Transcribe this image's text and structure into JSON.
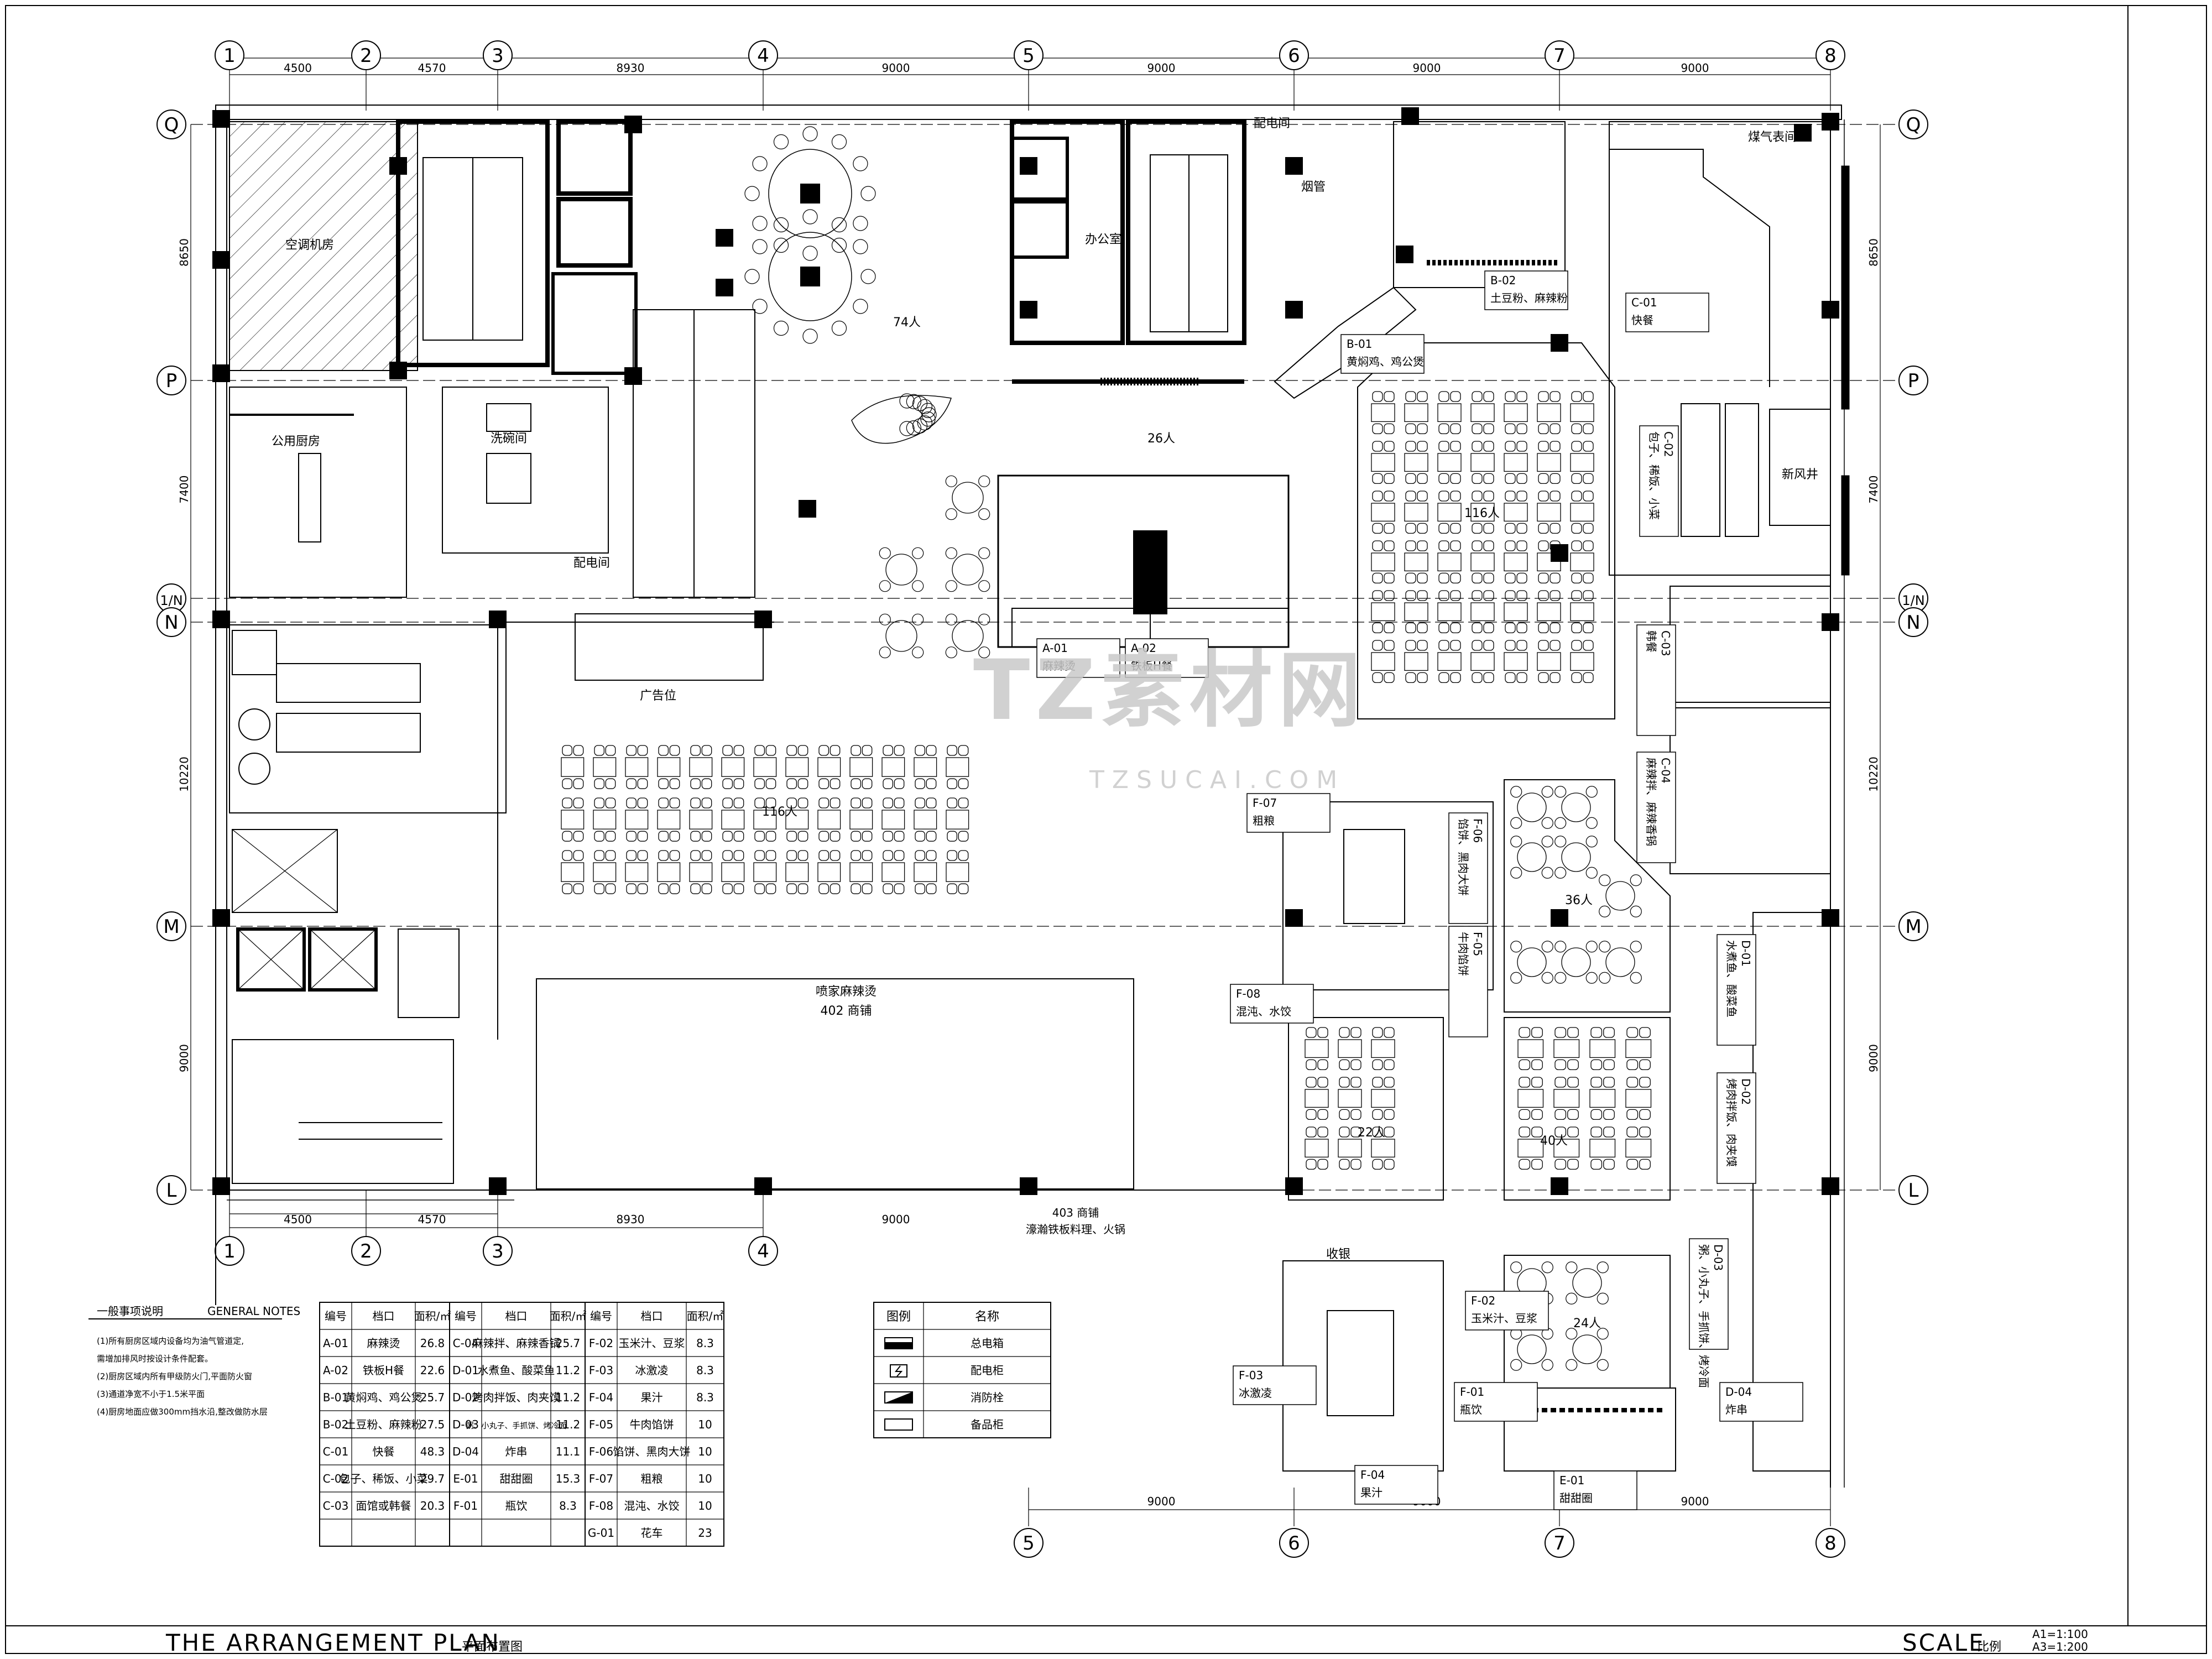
{
  "axes_x": {
    "top": [
      "1",
      "2",
      "3",
      "4",
      "5",
      "6",
      "7",
      "8"
    ],
    "bottom": [
      "1",
      "2",
      "3",
      "4"
    ],
    "bottom_right": [
      "5",
      "6",
      "7",
      "8"
    ]
  },
  "axes_y": [
    "Q",
    "P",
    "1/N",
    "N",
    "M",
    "L"
  ],
  "axis_q_label": "Q",
  "axis_p_label": "P",
  "axis_n1_label": "1/N",
  "axis_n_label": "N",
  "axis_m_label": "M",
  "axis_l_label": "L",
  "dims_top": [
    "4500",
    "4570",
    "8930",
    "9000",
    "9000",
    "9000",
    "9000"
  ],
  "dims_bottom": [
    "4500",
    "4570",
    "8930",
    "9000"
  ],
  "dims_bottom_right": [
    "9000",
    "9000",
    "9000"
  ],
  "dims_left": [
    "8650",
    "7400",
    "10220",
    "9000"
  ],
  "dims_right": [
    "8650",
    "7400",
    "10220",
    "9000"
  ],
  "rooms": {
    "ac_room": "空调机房",
    "public_kitchen": "公用厨房",
    "dishwash": "洗碗间",
    "elec_room_1": "配电间",
    "elec_room_2": "配电间",
    "office": "办公室",
    "ad_space": "广告位",
    "smoke": "烟管",
    "gas_meter": "煤气表间",
    "vent_shaft": "新风井",
    "shop_402": "喷家麻辣烫",
    "shop_402_sub": "402 商铺",
    "shop_403": "403 商铺",
    "shop_403_sub": "濠瀚铁板料理、火锅",
    "cashier": "收银"
  },
  "seat_counts": {
    "s74": "74人",
    "s26": "26人",
    "s116a": "116人",
    "s116b": "116人",
    "s36": "36人",
    "s22": "22人",
    "s40": "40人",
    "s24": "24人"
  },
  "stall_tags": {
    "a01_code": "A-01",
    "a01_name": "麻辣烫",
    "a02_code": "A-02",
    "a02_name": "铁板H餐",
    "b01_code": "B-01",
    "b01_name": "黄焖鸡、鸡公煲",
    "b02_code": "B-02",
    "b02_name": "土豆粉、麻辣粉",
    "c01_code": "C-01",
    "c01_name": "快餐",
    "c02_code": "C-02",
    "c02_name": "包子、稀饭、小菜",
    "c03_code": "C-03",
    "c03_name": "韩餐",
    "c04_code": "C-04",
    "c04_name": "麻辣拌、麻辣香锅",
    "d01_code": "D-01",
    "d01_name": "水煮鱼、酸菜鱼",
    "d02_code": "D-02",
    "d02_name": "烤肉拌饭、肉夹馍",
    "d03_code": "D-03",
    "d03_name": "粥、小丸子、手抓饼、烤冷面",
    "d04_code": "D-04",
    "d04_name": "炸串",
    "e01_code": "E-01",
    "e01_name": "甜甜圈",
    "f01_code": "F-01",
    "f01_name": "瓶饮",
    "f02_code": "F-02",
    "f02_name": "玉米汁、豆浆",
    "f03_code": "F-03",
    "f03_name": "冰激凌",
    "f04_code": "F-04",
    "f04_name": "果汁",
    "f05_code": "F-05",
    "f05_name": "牛肉馅饼",
    "f06_code": "F-06",
    "f06_name": "馅饼、黑肉大饼",
    "f07_code": "F-07",
    "f07_name": "粗粮",
    "f08_code": "F-08",
    "f08_name": "混沌、水饺"
  },
  "notes": {
    "title_cn": "一般事项说明",
    "title_en": "GENERAL NOTES",
    "lines": [
      "(1)所有厨房区域内设备均为油气管道定,",
      "   需增加排风时按设计条件配套。",
      "(2)厨房区域内所有甲级防火门,平面防火窗",
      "(3)通道净宽不小于1.5米平面",
      "(4)厨房地面应做300mm挡水沿,整改做防水层"
    ]
  },
  "table": {
    "headers": [
      "编号",
      "档口",
      "面积/㎡",
      "编号",
      "档口",
      "面积/㎡",
      "编号",
      "档口",
      "面积/㎡"
    ],
    "rows": [
      [
        "A-01",
        "麻辣烫",
        "26.8",
        "C-04",
        "麻辣拌、麻辣香锅",
        "25.7",
        "F-02",
        "玉米汁、豆浆",
        "8.3"
      ],
      [
        "A-02",
        "铁板H餐",
        "22.6",
        "D-01",
        "水煮鱼、酸菜鱼",
        "11.2",
        "F-03",
        "冰激凌",
        "8.3"
      ],
      [
        "B-01",
        "黄焖鸡、鸡公煲",
        "25.7",
        "D-02",
        "烤肉拌饭、肉夹馍",
        "11.2",
        "F-04",
        "果汁",
        "8.3"
      ],
      [
        "B-02",
        "土豆粉、麻辣粉",
        "27.5",
        "D-03",
        "粥、小丸子、手抓饼、烤冷面",
        "11.2",
        "F-05",
        "牛肉馅饼",
        "10"
      ],
      [
        "C-01",
        "快餐",
        "48.3",
        "D-04",
        "炸串",
        "11.1",
        "F-06",
        "馅饼、黑肉大饼",
        "10"
      ],
      [
        "C-02",
        "包子、稀饭、小菜",
        "29.7",
        "E-01",
        "甜甜圈",
        "15.3",
        "F-07",
        "粗粮",
        "10"
      ],
      [
        "C-03",
        "面馆或韩餐",
        "20.3",
        "F-01",
        "瓶饮",
        "8.3",
        "F-08",
        "混沌、水饺",
        "10"
      ],
      [
        "",
        "",
        "",
        "",
        "",
        "",
        "G-01",
        "花车",
        "23"
      ]
    ]
  },
  "legend": {
    "h1": "图例",
    "h2": "名称",
    "items": [
      "总电箱",
      "配电柜",
      "消防栓",
      "备品柜"
    ]
  },
  "footer": {
    "title": "THE ARRANGEMENT PLAN",
    "sub": "平面布置图",
    "scale": "SCALE",
    "scale_cn": "比例",
    "a1": "A1=1:100",
    "a3": "A3=1:200"
  },
  "watermark": {
    "brand": "TZ素材网",
    "url": "TZSUCAI.COM"
  }
}
